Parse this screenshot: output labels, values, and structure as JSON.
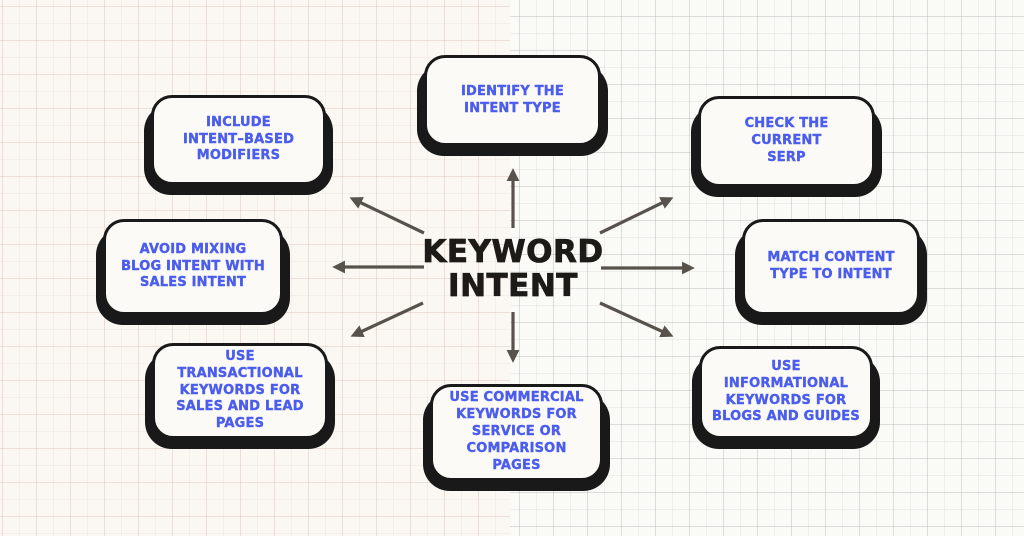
{
  "diagram": {
    "type": "mindmap",
    "center_topic": "KEYWORD\nINTENT",
    "nodes": [
      {
        "id": "identify-intent-type",
        "label": "IDENTIFY THE\nINTENT TYPE"
      },
      {
        "id": "include-intent-based-modifiers",
        "label": "INCLUDE\nINTENT–BASED\nMODIFIERS"
      },
      {
        "id": "check-current-serp",
        "label": "CHECK THE CURRENT\nSERP"
      },
      {
        "id": "avoid-mixing-intent",
        "label": "AVOID MIXING\nBLOG INTENT WITH\nSALES INTENT"
      },
      {
        "id": "match-content-type",
        "label": "MATCH CONTENT\nTYPE TO INTENT"
      },
      {
        "id": "use-transactional-keywords",
        "label": "USE\nTRANSACTIONAL\nKEYWORDS FOR\nSALES AND LEAD\nPAGES"
      },
      {
        "id": "use-commercial-keywords",
        "label": "USE COMMERCIAL\nKEYWORDS FOR\nSERVICE OR\nCOMPARISON\nPAGES"
      },
      {
        "id": "use-informational-keywords",
        "label": "USE\nINFORMATIONAL\nKEYWORDS FOR\nBLOGS AND GUIDES"
      }
    ],
    "colors": {
      "node_text": "#4a5ded",
      "node_fill": "#fcfaf6",
      "node_border": "#191919",
      "node_shadow": "#191919",
      "title_text": "#1d1b18",
      "arrow": "#57524c",
      "background_left": "#fbf8f3",
      "background_right": "#fafaf7"
    }
  }
}
